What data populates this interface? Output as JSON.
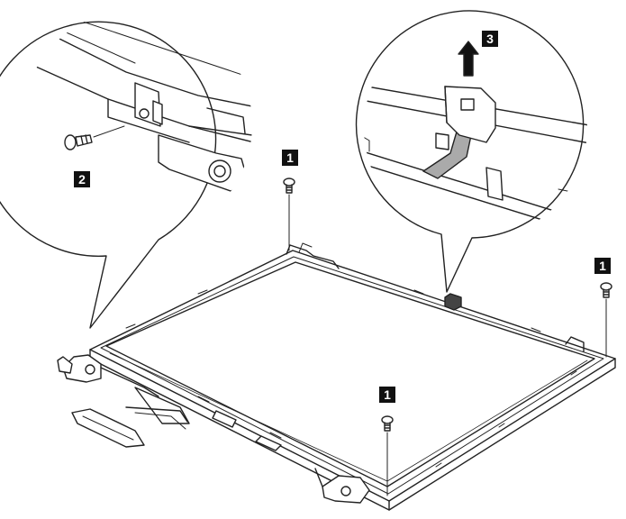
{
  "diagram": {
    "step_labels": [
      {
        "id": "screw-top",
        "text": "1"
      },
      {
        "id": "screw-right",
        "text": "1"
      },
      {
        "id": "screw-bottom",
        "text": "1"
      },
      {
        "id": "hinge-screw",
        "text": "2"
      },
      {
        "id": "cable-lift",
        "text": "3"
      }
    ]
  },
  "colors": {
    "line": "#222222",
    "label_bg": "#111111",
    "label_text": "#ffffff",
    "cable": "#aaaaaa",
    "panel_fill": "#ffffff"
  }
}
